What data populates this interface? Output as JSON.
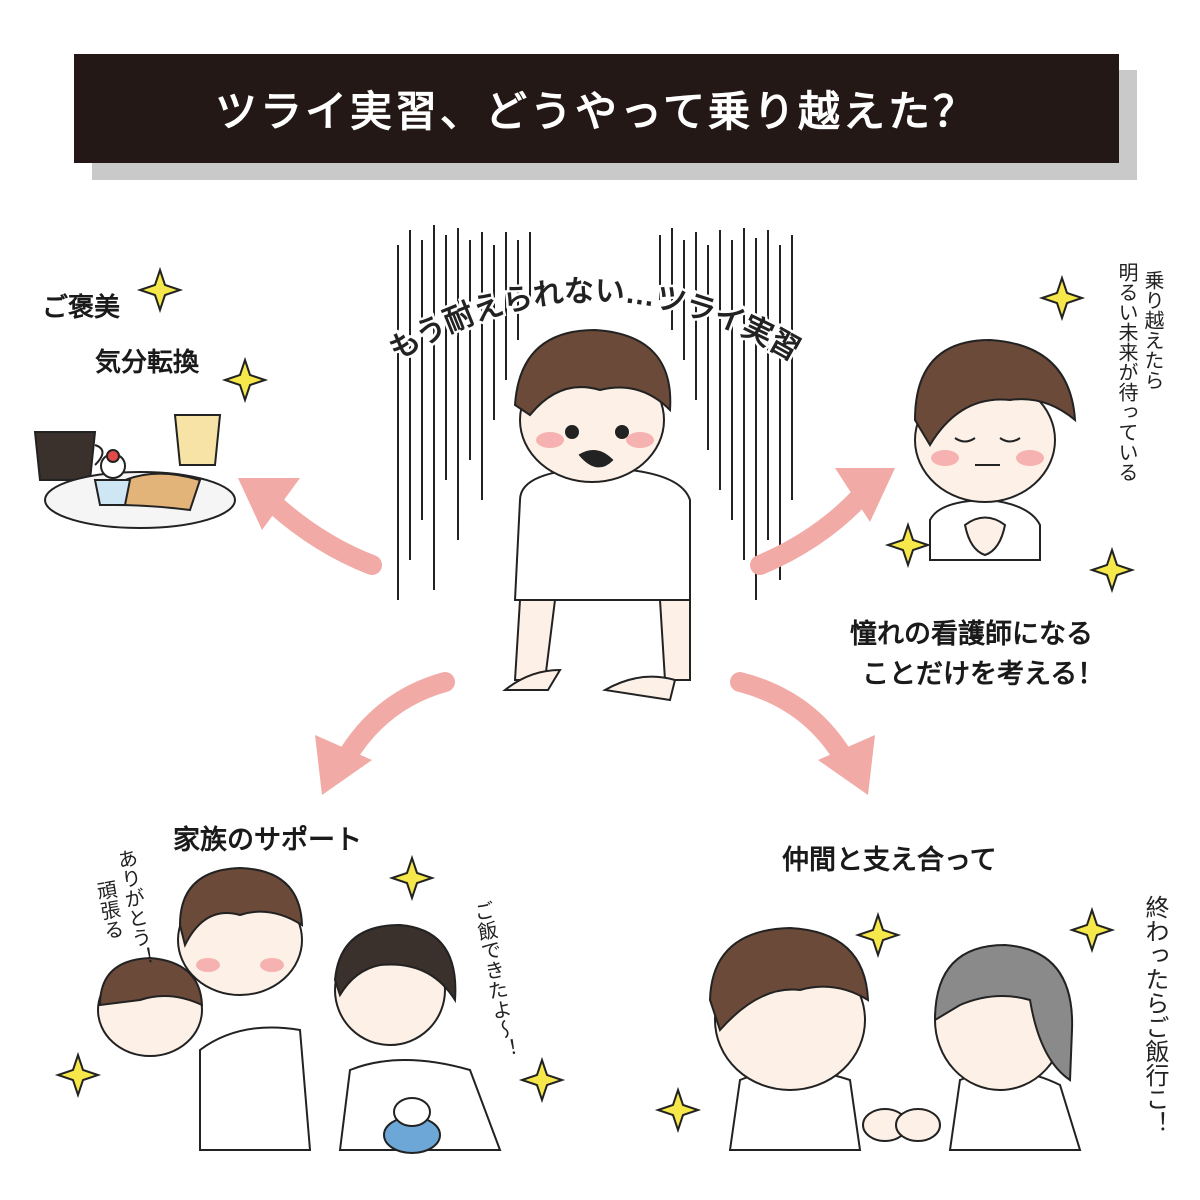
{
  "title": "ツライ実習、どうやって乗り越えた？",
  "center": {
    "caption": "もう耐えられない…ツライ実習"
  },
  "top_left": {
    "label1": "ご褒美",
    "label2": "気分転換"
  },
  "top_right": {
    "label_line1": "憧れの看護師になる",
    "label_line2": "ことだけを考える！",
    "thought_line1": "乗り越えたら",
    "thought_line2": "明るい未来が待っている"
  },
  "bottom_left": {
    "label": "家族のサポート",
    "speech_child_line1": "ありがとう！",
    "speech_child_line2": "頑張る",
    "speech_parent": "ご飯できたよ〜！"
  },
  "bottom_right": {
    "label": "仲間と支え合って",
    "speech_friend": "終わったらご飯行こ！"
  },
  "colors": {
    "banner": "#231815",
    "banner_shadow": "#c9c9c9",
    "arrow": "#f2aaa6",
    "hair": "#6b4a3a",
    "hair_dark": "#3a302c",
    "hair_gray": "#8a8a8a",
    "skin": "#fdf0e6",
    "blush": "#f6b2b0",
    "sparkle": "#f6e74a"
  }
}
